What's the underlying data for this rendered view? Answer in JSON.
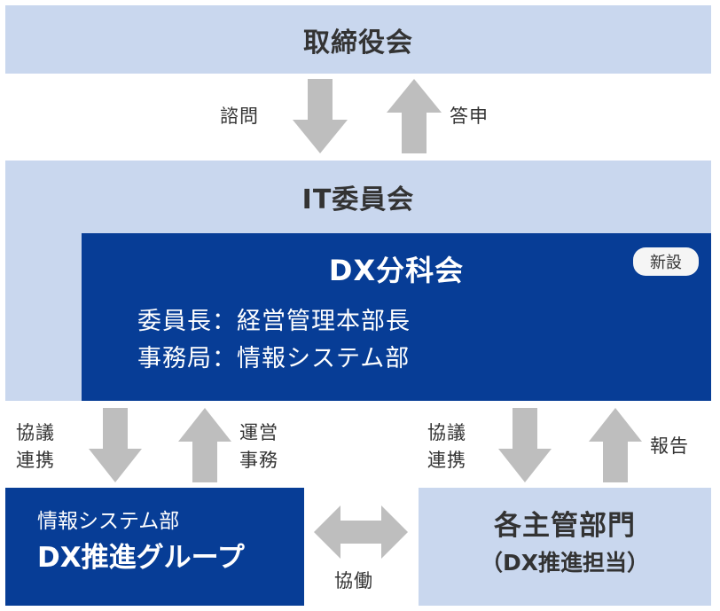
{
  "colors": {
    "light_box": "#c9d7ee",
    "dark_box": "#073d96",
    "arrow": "#bebebe",
    "text_dark": "#333333",
    "text_light": "#ffffff"
  },
  "board": {
    "title": "取締役会"
  },
  "board_arrows": {
    "down_label": "諮問",
    "up_label": "答申"
  },
  "it_committee": {
    "title": "IT委員会"
  },
  "dx_subcommittee": {
    "title": "DX分科会",
    "badge": "新設",
    "chair": "委員長：経営管理本部長",
    "secretariat": "事務局：情報システム部"
  },
  "left_arrows": {
    "down_label_line1": "協議",
    "down_label_line2": "連携",
    "up_label_line1": "運営",
    "up_label_line2": "事務"
  },
  "right_arrows": {
    "down_label_line1": "協議",
    "down_label_line2": "連携",
    "up_label": "報告"
  },
  "dx_group": {
    "subtitle": "情報システム部",
    "title": "DX推進グループ"
  },
  "departments": {
    "title": "各主管部門",
    "subtitle": "（DX推進担当）"
  },
  "cooperation": {
    "label": "協働"
  }
}
